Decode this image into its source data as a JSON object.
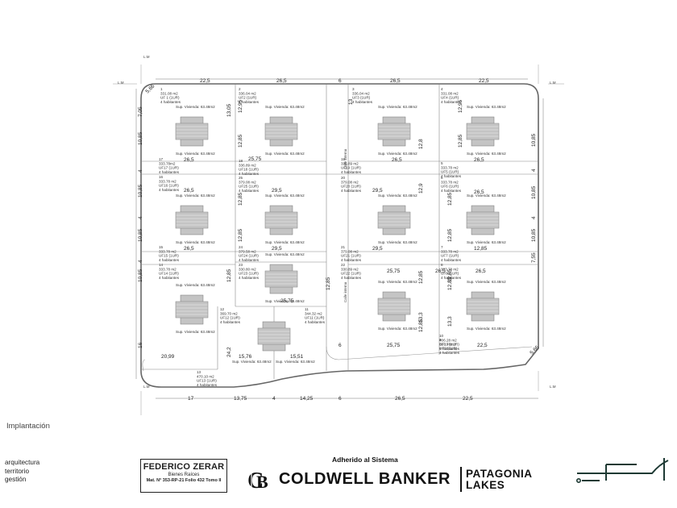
{
  "plan": {
    "top_dims": [
      "22,5",
      "26,5",
      "6",
      "26,5",
      "22,5"
    ],
    "bottom_dims": [
      "17",
      "13,75",
      "4",
      "14,25",
      "6",
      "26,5",
      "22,5"
    ],
    "left_dims": [
      "7,05",
      "10,85",
      "4",
      "10,85",
      "4",
      "10,85",
      "4",
      "10,85",
      "16"
    ],
    "right_dims": [
      "10,85",
      "4",
      "10,85",
      "4",
      "10,85",
      "7,55"
    ],
    "corner_dims": [
      "5,66",
      "5,66"
    ],
    "street_label": "L.M",
    "internal_street": "Calle interna",
    "house_label": "Sup. Vivienda: 63.48m2",
    "inner_dims": [
      "12,95",
      "13,05",
      "12,85",
      "25,75",
      "13",
      "12,8",
      "12,95",
      "12,85",
      "26,5",
      "26,5",
      "29,5",
      "29,5",
      "12,9",
      "12,85",
      "12,85",
      "12,85",
      "12,85",
      "26,5",
      "29,5",
      "29,5",
      "12,85",
      "12,85",
      "26,5",
      "12,85",
      "25,75",
      "12,85",
      "25,75",
      "12,85",
      "12,85",
      "13,3",
      "13,3",
      "25,75",
      "22,5",
      "20,99",
      "24,2",
      "15,76",
      "15,51",
      "6",
      "26,5",
      "26,5",
      "12,85",
      "26,5",
      "26,5"
    ],
    "lots": [
      {
        "id": "l1",
        "lines": [
          "1",
          "331.08 m2",
          "UF 1 (1UR)",
          "4 habitantes"
        ]
      },
      {
        "id": "l2",
        "lines": [
          "2",
          "336.04 m2",
          "UF2 (1UR)",
          "4 habitantes"
        ]
      },
      {
        "id": "l3",
        "lines": [
          "3",
          "336.04 m2",
          "UF3 (1UR)",
          "4 habitantes"
        ]
      },
      {
        "id": "l4",
        "lines": [
          "4",
          "331.08 m2",
          "UF4 (1UR)",
          "4 habitantes"
        ]
      },
      {
        "id": "l17",
        "lines": [
          "17",
          "333.78m2",
          "UF17 (1UR)",
          "4 habitantes"
        ]
      },
      {
        "id": "l18",
        "lines": [
          "18",
          "336.89 m2",
          "UF18 (1UR)",
          "4 habitantes"
        ]
      },
      {
        "id": "l19",
        "lines": [
          "19",
          "336.89 m2",
          "UF19 (1UR)",
          "4 habitantes"
        ]
      },
      {
        "id": "l5",
        "lines": [
          "5",
          "333.78 m2",
          "UF5 (1UR)",
          "4 habitantes"
        ]
      },
      {
        "id": "l16",
        "lines": [
          "16",
          "333.78 m2",
          "UF16 (1UR)",
          "4 habitantes"
        ]
      },
      {
        "id": "l25",
        "lines": [
          "25",
          "379.08 m2",
          "UF25 (1UR)",
          "4 habitantes"
        ]
      },
      {
        "id": "l20",
        "lines": [
          "20",
          "379.08 m2",
          "UF20 (1UR)",
          "4 habitantes"
        ]
      },
      {
        "id": "l6",
        "lines": [
          "6",
          "333.78 m2",
          "UF6 (1UR)",
          "4 habitantes"
        ]
      },
      {
        "id": "l15",
        "lines": [
          "15",
          "333.78 m2",
          "UF15 (1UR)",
          "4 habitantes"
        ]
      },
      {
        "id": "l24",
        "lines": [
          "24",
          "379.58 m2",
          "UF24 (1UR)",
          "4 habitantes"
        ]
      },
      {
        "id": "l21",
        "lines": [
          "21",
          "379.08 m2",
          "UF21 (1UR)",
          "4 habitantes"
        ]
      },
      {
        "id": "l7",
        "lines": [
          "7",
          "333.78 m2",
          "UF7 (1UR)",
          "4 habitantes"
        ]
      },
      {
        "id": "l14",
        "lines": [
          "14",
          "333.78 m2",
          "UF14 (1UR)",
          "4 habitantes"
        ]
      },
      {
        "id": "l23",
        "lines": [
          "23",
          "330.80 m2",
          "UF23 (1UR)",
          "4 habitantes"
        ]
      },
      {
        "id": "l22",
        "lines": [
          "22",
          "330.89 m2",
          "UF22 (1UR)",
          "4 habitantes"
        ]
      },
      {
        "id": "l8",
        "lines": [
          "8",
          "333.78 m2",
          "UF8 (1UR)",
          "4 habitantes"
        ]
      },
      {
        "id": "l12",
        "lines": [
          "12",
          "369.70 m2",
          "UF12 (1UR)",
          "4 habitantes"
        ]
      },
      {
        "id": "l11",
        "lines": [
          "11",
          "344.32 m2",
          "UF11 (1UR)",
          "4 habitantes"
        ]
      },
      {
        "id": "l10",
        "lines": [
          "10",
          "406.28 m2",
          "UF10 (1UR)",
          "4 habitantes"
        ]
      },
      {
        "id": "l9",
        "lines": [
          "9",
          "337.78m2",
          "UF9 (1UR)",
          "4 habitantes"
        ]
      },
      {
        "id": "l13",
        "lines": [
          "13",
          "470.10 m2",
          "UF13 (1UR)",
          "4 habitantes"
        ]
      }
    ]
  },
  "caption": "Implantación",
  "architect": {
    "line1": "arquitectura",
    "line2": "territorio",
    "line3": "gestión"
  },
  "realtor": {
    "name": "FEDERICO ZERAR",
    "role": "Bienes Raíces",
    "mat": "Mat. N° 353-RP-21 Folio 432 Tomo II"
  },
  "network": {
    "adherido": "Adherido al Sistema",
    "name": "COLDWELL BANKER",
    "partner_line1": "PATAGONIA",
    "partner_line2": "LAKES"
  },
  "icons": {
    "cb_logo": "coldwell-banker-cb-icon",
    "brand": "lakes-line-icon"
  }
}
